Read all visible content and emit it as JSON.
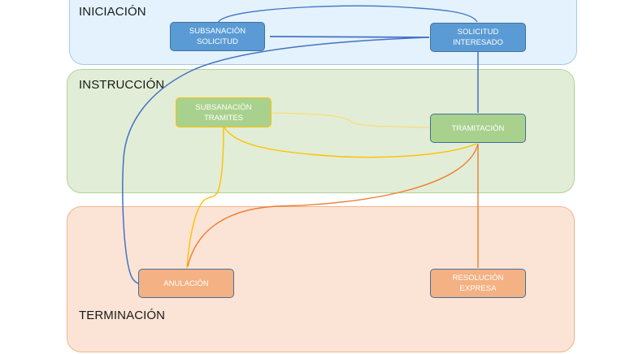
{
  "lanes": {
    "iniciacion": {
      "label": "INICIACIÓN",
      "fill": "#e3f2fc",
      "border": "#a9c9e6"
    },
    "instruccion": {
      "label": "INSTRUCCIÓN",
      "fill": "#e1edd6",
      "border": "#b3d29b"
    },
    "terminacion": {
      "label": "TERMINACIÓN",
      "fill": "#fbe4d6",
      "border": "#f1b48c"
    }
  },
  "nodes": {
    "subsanacion_solicitud": {
      "label": "SUBSANACIÓN\nSOLICITUD",
      "fill": "#5b9bd5",
      "border": "#41719c"
    },
    "solicitud_interesado": {
      "label": "SOLICITUD\nINTERESADO",
      "fill": "#5b9bd5",
      "border": "#41719c"
    },
    "subsanacion_tramites": {
      "label": "SUBSANACIÓN\nTRAMITES",
      "fill": "#a9d18e",
      "border": "#ffc000"
    },
    "tramitacion": {
      "label": "TRAMITACIÓN",
      "fill": "#a9d18e",
      "border": "#41719c"
    },
    "anulacion": {
      "label": "ANULACIÓN",
      "fill": "#f4b183",
      "border": "#41719c"
    },
    "resolucion_expresa": {
      "label": "RESOLUCIÓN\nEXPRESA",
      "fill": "#f4b183",
      "border": "#41719c"
    }
  },
  "edges": [
    {
      "from": "subsanacion_solicitud",
      "to": "solicitud_interesado",
      "color": "#4472c4"
    },
    {
      "from": "solicitud_interesado",
      "to": "subsanacion_solicitud",
      "color": "#4472c4"
    },
    {
      "from": "solicitud_interesado",
      "to": "anulacion",
      "color": "#4472c4"
    },
    {
      "from": "solicitud_interesado",
      "to": "tramitacion",
      "color": "#4472c4"
    },
    {
      "from": "tramitacion",
      "to": "subsanacion_tramites",
      "color": "#ffc000"
    },
    {
      "from": "subsanacion_tramites",
      "to": "tramitacion",
      "color": "#ffc000"
    },
    {
      "from": "subsanacion_tramites",
      "to": "anulacion",
      "color": "#ffc000"
    },
    {
      "from": "tramitacion",
      "to": "anulacion",
      "color": "#ed7d31"
    },
    {
      "from": "tramitacion",
      "to": "resolucion_expresa",
      "color": "#ed7d31"
    }
  ]
}
